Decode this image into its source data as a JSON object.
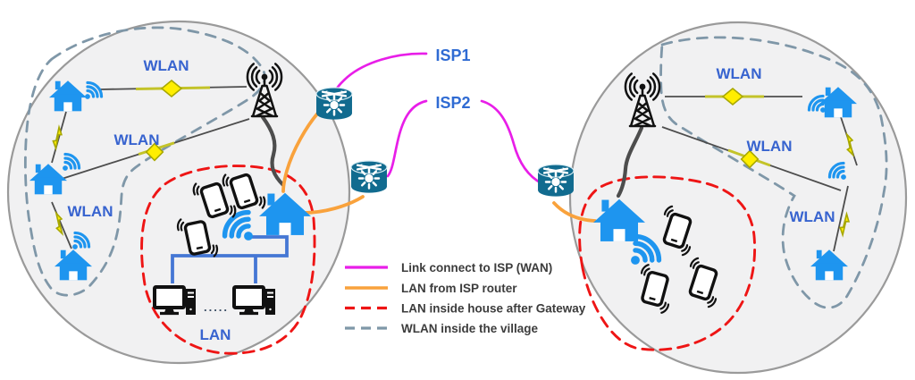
{
  "colors": {
    "icon_blue": "#1e95ef",
    "label_blue": "#3763cf",
    "router_teal": "#116b8f",
    "wan_magenta": "#e81ee8",
    "lan_orange": "#f9a23c",
    "lan_red": "#ee1515",
    "wlan_slate": "#7f97a8",
    "link_gray": "#4d4d4d",
    "node_yellow": "#ffee00",
    "village_fill": "#f1f1f2",
    "legend_text": "#3c3c3c"
  },
  "isp": {
    "isp1": "ISP1",
    "isp2": "ISP2"
  },
  "left_village": {
    "wlan_top": "WLAN",
    "wlan_mid": "WLAN",
    "wlan_bottom": "WLAN",
    "lan": "LAN",
    "computer_dots": "....."
  },
  "right_village": {
    "wlan_top": "WLAN",
    "wlan_mid": "WLAN",
    "wlan_side": "WLAN"
  },
  "legend": {
    "items": [
      {
        "label": "Link connect to ISP (WAN)",
        "color": "#e81ee8",
        "style": "solid"
      },
      {
        "label": "LAN from ISP router",
        "color": "#f9a23c",
        "style": "solid"
      },
      {
        "label": "LAN inside house after Gateway",
        "color": "#ee1515",
        "style": "dashed"
      },
      {
        "label": "WLAN inside the village",
        "color": "#7f97a8",
        "style": "dashed"
      }
    ]
  }
}
